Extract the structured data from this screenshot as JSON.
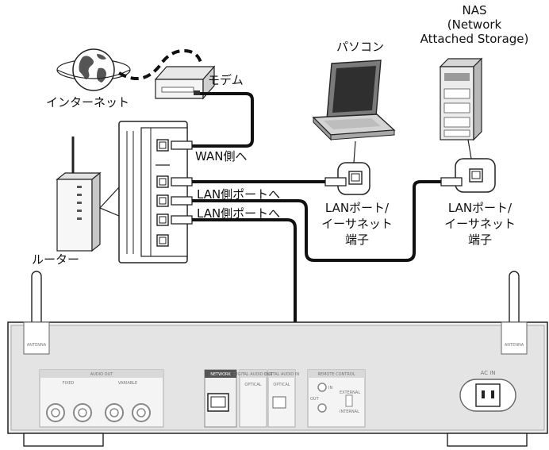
{
  "labels": {
    "internet": "インターネット",
    "modem": "モデム",
    "router": "ルーター",
    "wan_side": "WAN側へ",
    "lan_port_1": "LAN側ポートへ",
    "lan_port_2": "LAN側ポートへ",
    "pc": "パソコン",
    "nas_line1": "NAS",
    "nas_line2": "(Network",
    "nas_line3": "Attached Storage)",
    "pc_port_line1": "LANポート/",
    "pc_port_line2": "イーサネット",
    "pc_port_line3": "端子",
    "nas_port_line1": "LANポート/",
    "nas_port_line2": "イーサネット",
    "nas_port_line3": "端子"
  },
  "panel": {
    "audio_out": "AUDIO OUT",
    "fixed": "FIXED",
    "variable": "VARIABLE",
    "network": "NETWORK",
    "digital_audio_out": "DIGITAL AUDIO OUT",
    "optical_out": "OPTICAL",
    "digital_audio_in": "DIGITAL AUDIO IN",
    "optical_in": "OPTICAL",
    "remote_control": "REMOTE CONTROL",
    "remote_in": "IN",
    "remote_out": "OUT",
    "external": "EXTERNAL",
    "internal": "INTERNAL",
    "ac_in": "AC IN",
    "antenna_left": "ANTENNA",
    "antenna_right": "ANTENNA"
  }
}
